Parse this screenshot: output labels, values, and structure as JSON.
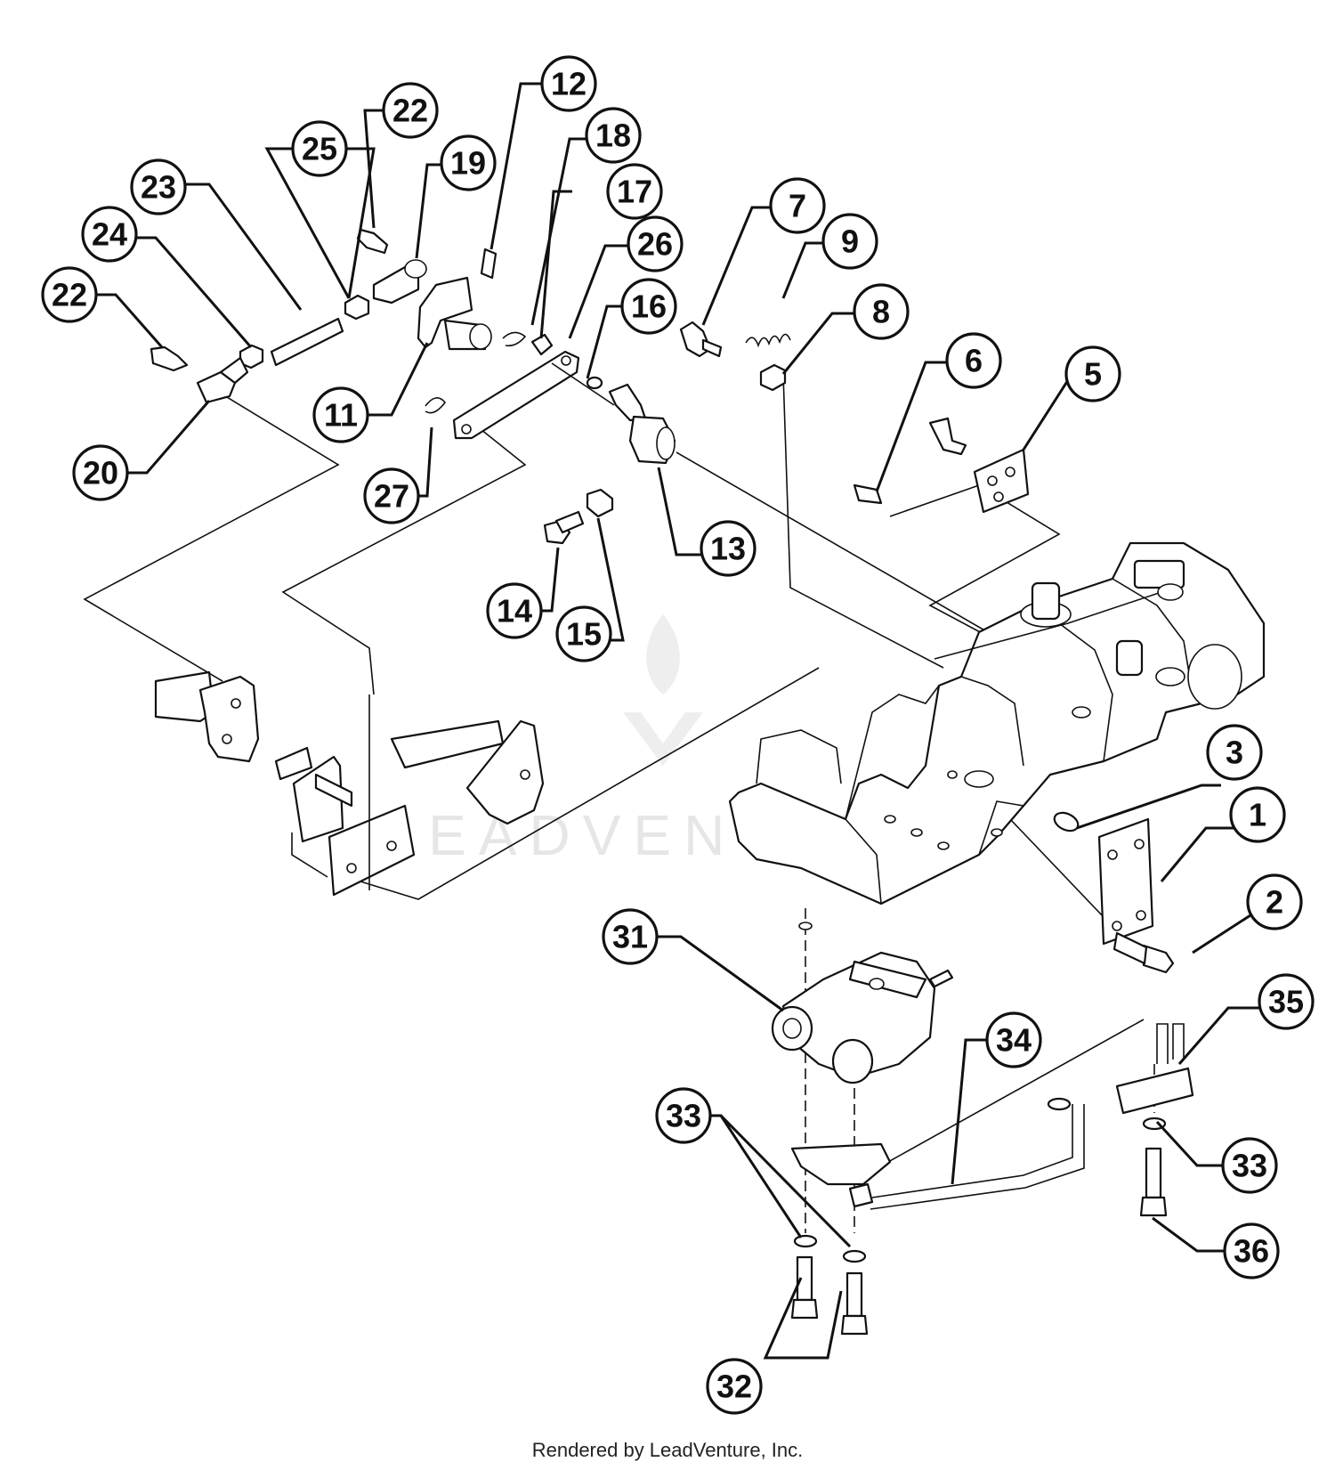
{
  "diagram": {
    "callouts": [
      "1",
      "2",
      "3",
      "5",
      "6",
      "7",
      "8",
      "9",
      "11",
      "12",
      "13",
      "14",
      "15",
      "16",
      "17",
      "18",
      "19",
      "20",
      "22",
      "22",
      "23",
      "24",
      "25",
      "26",
      "27",
      "31",
      "32",
      "33",
      "33",
      "34",
      "35",
      "36"
    ],
    "watermark": "LEADVENTURE",
    "footer": "Rendered by LeadVenture, Inc."
  }
}
